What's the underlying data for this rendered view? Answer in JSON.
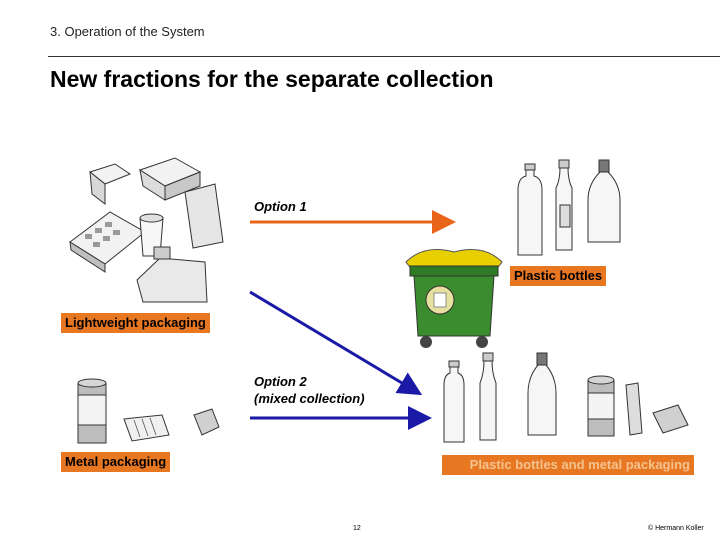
{
  "header": {
    "section": "3. Operation of the System",
    "title": "New fractions for the separate collection"
  },
  "labels": {
    "lightweight": "Lightweight packaging",
    "metal": "Metal packaging",
    "plastic_bottles": "Plastic bottles",
    "plastic_metal": "Plastic bottles and metal packaging",
    "option1": "Option 1",
    "option2_line1": "Option 2",
    "option2_line2": "(mixed collection)"
  },
  "colors": {
    "label_box": "#e87722",
    "arrow_option1": "#e8641b",
    "arrow_option2": "#1a1aa6",
    "bin": "#3a8c2e",
    "bin_lid": "#e8d000"
  },
  "footer": {
    "page": "12",
    "copyright": "© Hermann Koller"
  }
}
